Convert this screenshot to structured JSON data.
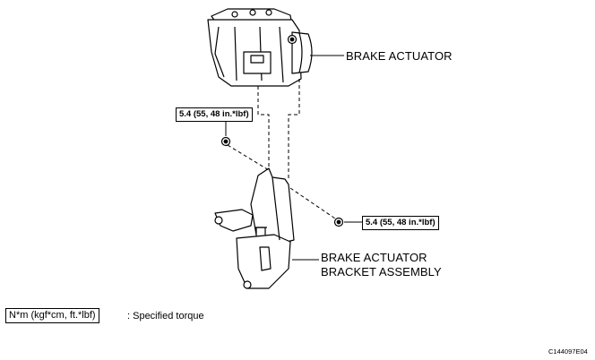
{
  "labels": {
    "brake_actuator": "BRAKE ACTUATOR",
    "bracket_line1": "BRAKE ACTUATOR",
    "bracket_line2": "BRACKET ASSEMBLY"
  },
  "torque": {
    "upper": "5.4 (55, 48 in.*lbf)",
    "right": "5.4 (55, 48 in.*lbf)"
  },
  "legend": {
    "unit": "N*m (kgf*cm, ft.*lbf)",
    "meaning": ": Specified torque"
  },
  "figure_code": "C144097E04"
}
